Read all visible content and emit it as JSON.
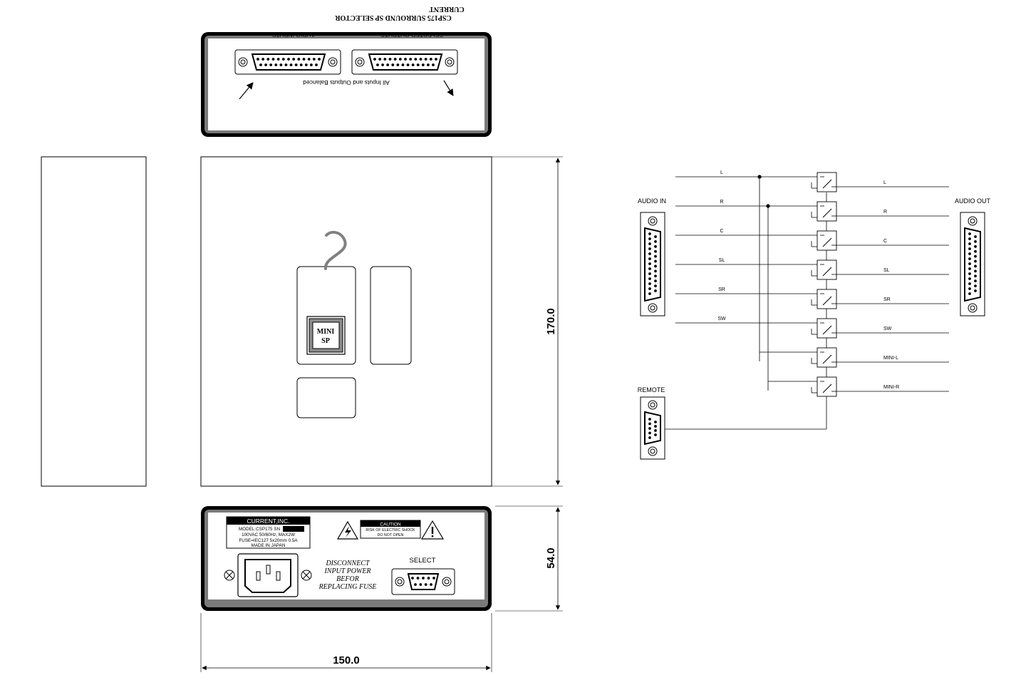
{
  "top_panel": {
    "balanced_note": "All Inputs and Outputs Balanced",
    "audio_inputs_label": "AUDIO INPUTS",
    "selected_outputs_label": "SELECTED OUTPUTS",
    "product_line1": "CSP175 SURROUND SP SELECTOR",
    "product_line2": "CURRENT"
  },
  "front": {
    "button_line1": "MINI",
    "button_line2": "SP"
  },
  "rear_panel": {
    "brand": "CURRENT,INC.",
    "model": "MODEL:CSP175 SN",
    "power": "100VAC 50/60Hz, MAX2W",
    "fuse": "FUSE=IEC127 5x20mm 0.5A",
    "origin": "MADE IN JAPAN",
    "caution_title": "CAUTION",
    "caution_line1": "RISK OF ELECTRIC SHOCK",
    "caution_line2": "DO NOT OPEN",
    "disconnect_line1": "DISCONNECT",
    "disconnect_line2": "INPUT POWER",
    "disconnect_line3": "BEFOR",
    "disconnect_line4": "REPLACING FUSE",
    "select_label": "SELECT"
  },
  "dimensions": {
    "height": "170.0",
    "depth": "54.0",
    "width": "150.0"
  },
  "schematic": {
    "audio_in_label": "AUDIO IN",
    "audio_out_label": "AUDIO OUT",
    "remote_label": "REMOTE",
    "in_channels": [
      "L",
      "R",
      "C",
      "SL",
      "SR",
      "SW"
    ],
    "out_channels": [
      "L",
      "R",
      "C",
      "SL",
      "SR",
      "SW",
      "MINI-L",
      "MINI-R"
    ]
  }
}
